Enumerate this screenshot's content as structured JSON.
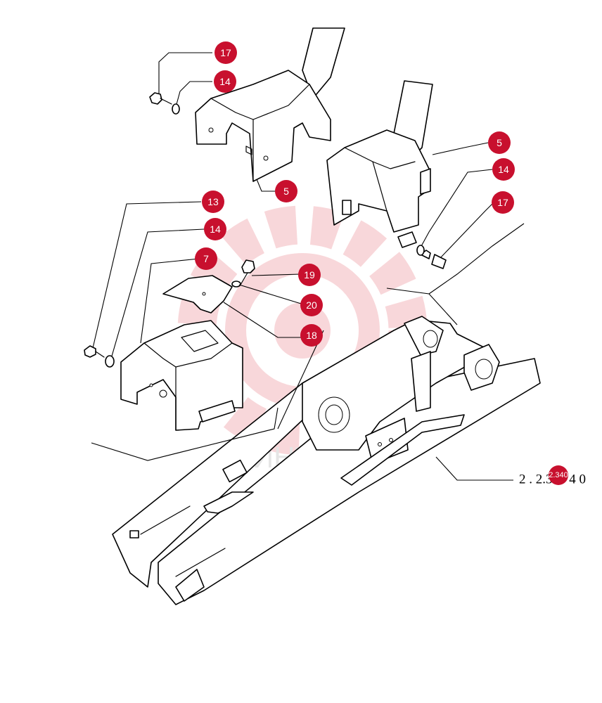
{
  "callouts": [
    {
      "id": "c17a",
      "label": "17"
    },
    {
      "id": "c14a",
      "label": "14"
    },
    {
      "id": "c5a",
      "label": "5"
    },
    {
      "id": "c5b",
      "label": "5"
    },
    {
      "id": "c14b",
      "label": "14"
    },
    {
      "id": "c17b",
      "label": "17"
    },
    {
      "id": "c13",
      "label": "13"
    },
    {
      "id": "c14c",
      "label": "14"
    },
    {
      "id": "c7",
      "label": "7"
    },
    {
      "id": "c19",
      "label": "19"
    },
    {
      "id": "c20",
      "label": "20"
    },
    {
      "id": "c18",
      "label": "18"
    }
  ],
  "reference": {
    "label": "2 . 2.340 4 0",
    "badge": "2.340"
  },
  "watermark": {
    "text": "ИНТЕХ"
  },
  "colors": {
    "badge": "#c8102e",
    "watermark": "#f4b8bc"
  }
}
